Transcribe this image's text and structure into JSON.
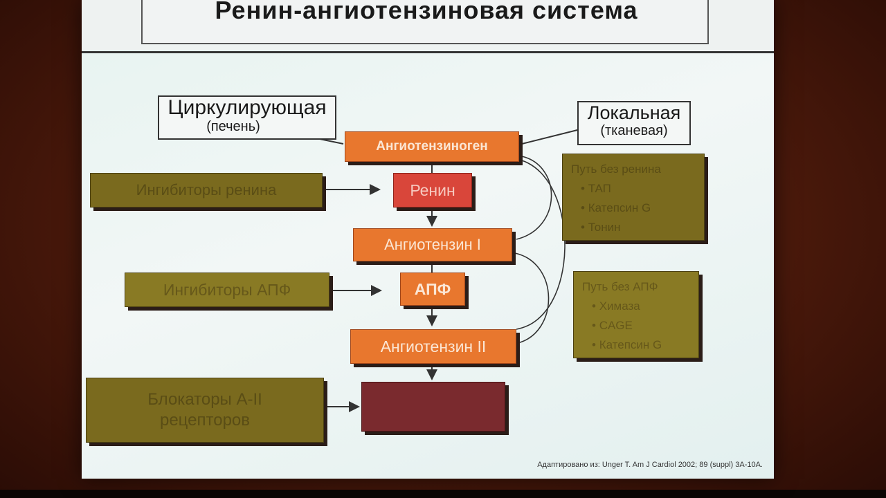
{
  "title": "Ренин-ангиотензиновая система",
  "circulating": {
    "line1": "Циркулирующая",
    "line2": "(печень)"
  },
  "local": {
    "line1": "Локальная",
    "line2": "(тканевая)"
  },
  "chain": {
    "angiotensinogen": "Ангиотензиноген",
    "renin": "Ренин",
    "angiotensin1": "Ангиотензин I",
    "ace": "АПФ",
    "angiotensin2": "Ангиотензин II"
  },
  "inhibitors": {
    "renin": "Ингибиторы ренина",
    "ace": "Ингибиторы АПФ",
    "blockers_line1": "Блокаторы А-II",
    "blockers_line2": "рецепторов"
  },
  "non_renin_path": {
    "heading": "Путь без ренина",
    "items": [
      "ТАП",
      "Катепсин G",
      "Тонин"
    ]
  },
  "non_ace_path": {
    "heading": "Путь без АПФ",
    "items": [
      "Химаза",
      "CAGE",
      "Катепсин G"
    ]
  },
  "citation": "Адаптировано из: Unger T. Am J Cardiol 2002; 89 (suppl) 3A-10A.",
  "colors": {
    "orange": "#e8772e",
    "red": "#d9463a",
    "olive": "#7a6a1e",
    "maroon": "#7a2a2e"
  }
}
